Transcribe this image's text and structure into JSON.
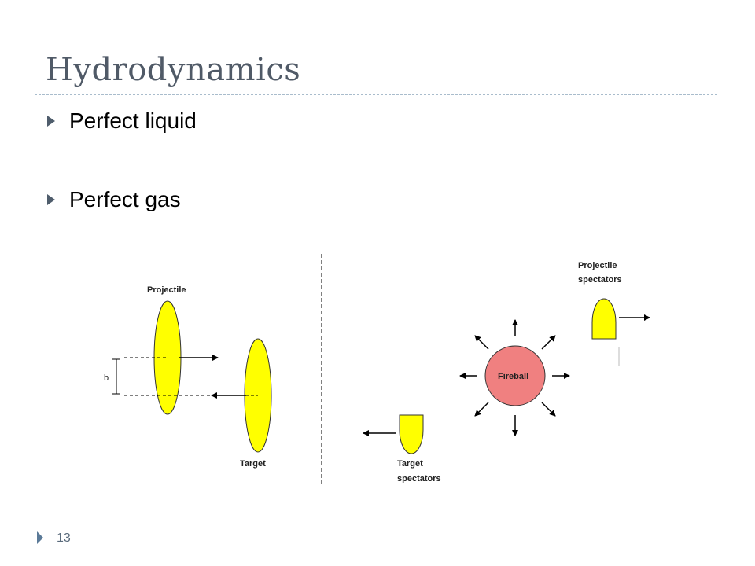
{
  "slide": {
    "title": "Hydrodynamics",
    "bullets": [
      "Perfect liquid",
      "Perfect gas"
    ],
    "page_number": "13"
  },
  "diagram": {
    "labels": {
      "projectile": "Projectile",
      "target": "Target",
      "impact_parameter": "b",
      "fireball": "Fireball",
      "projectile_spectators_line1": "Projectile",
      "projectile_spectators_line2": "spectators",
      "target_spectators_line1": "Target",
      "target_spectators_line2": "spectators"
    },
    "colors": {
      "nucleus": "#ffff00",
      "fireball": "#f08080",
      "accent": "#505a67"
    }
  }
}
